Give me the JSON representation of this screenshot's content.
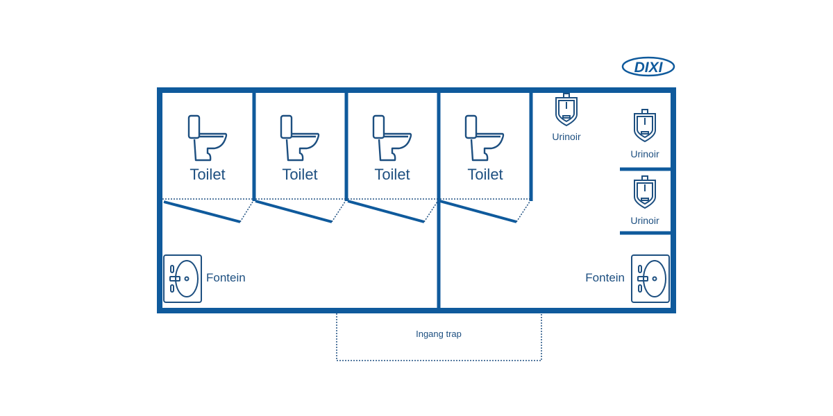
{
  "brand": {
    "logo_text": "DIXI"
  },
  "colors": {
    "wall": "#0f5a9c",
    "text": "#1d4f80"
  },
  "rooms": {
    "toilets": [
      {
        "label": "Toilet"
      },
      {
        "label": "Toilet"
      },
      {
        "label": "Toilet"
      },
      {
        "label": "Toilet"
      }
    ],
    "urinals": [
      {
        "label": "Urinoir"
      },
      {
        "label": "Urinoir"
      },
      {
        "label": "Urinoir"
      }
    ],
    "sinks": [
      {
        "label": "Fontein"
      },
      {
        "label": "Fontein"
      }
    ]
  },
  "entrance": {
    "label": "Ingang trap"
  }
}
